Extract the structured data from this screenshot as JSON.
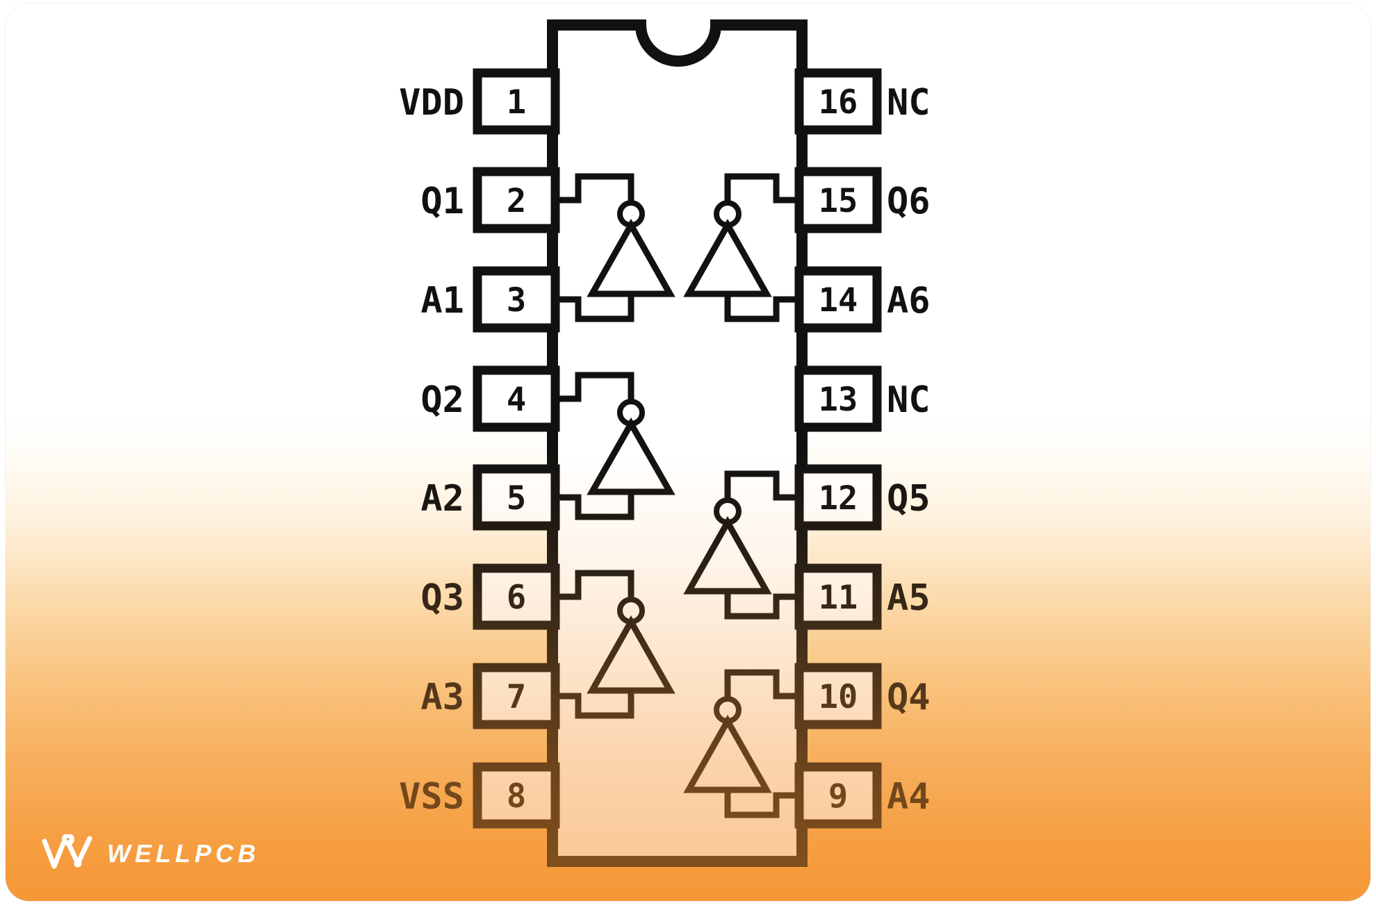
{
  "ic": {
    "package": "DIP-16",
    "left_pins": [
      {
        "num": "1",
        "label": "VDD"
      },
      {
        "num": "2",
        "label": "Q1"
      },
      {
        "num": "3",
        "label": "A1"
      },
      {
        "num": "4",
        "label": "Q2"
      },
      {
        "num": "5",
        "label": "A2"
      },
      {
        "num": "6",
        "label": "Q3"
      },
      {
        "num": "7",
        "label": "A3"
      },
      {
        "num": "8",
        "label": "VSS"
      }
    ],
    "right_pins": [
      {
        "num": "16",
        "label": "NC"
      },
      {
        "num": "15",
        "label": "Q6"
      },
      {
        "num": "14",
        "label": "A6"
      },
      {
        "num": "13",
        "label": "NC"
      },
      {
        "num": "12",
        "label": "Q5"
      },
      {
        "num": "11",
        "label": "A5"
      },
      {
        "num": "10",
        "label": "Q4"
      },
      {
        "num": "9",
        "label": "A4"
      }
    ],
    "inverters": [
      {
        "output_pin": "2",
        "input_pin": "3"
      },
      {
        "output_pin": "4",
        "input_pin": "5"
      },
      {
        "output_pin": "6",
        "input_pin": "7"
      },
      {
        "output_pin": "15",
        "input_pin": "14"
      },
      {
        "output_pin": "12",
        "input_pin": "11"
      },
      {
        "output_pin": "10",
        "input_pin": "9"
      }
    ]
  },
  "branding": {
    "logo_text": "WELLPCB"
  },
  "colors": {
    "line": "#111111",
    "orange_bottom": "#f6a247"
  }
}
